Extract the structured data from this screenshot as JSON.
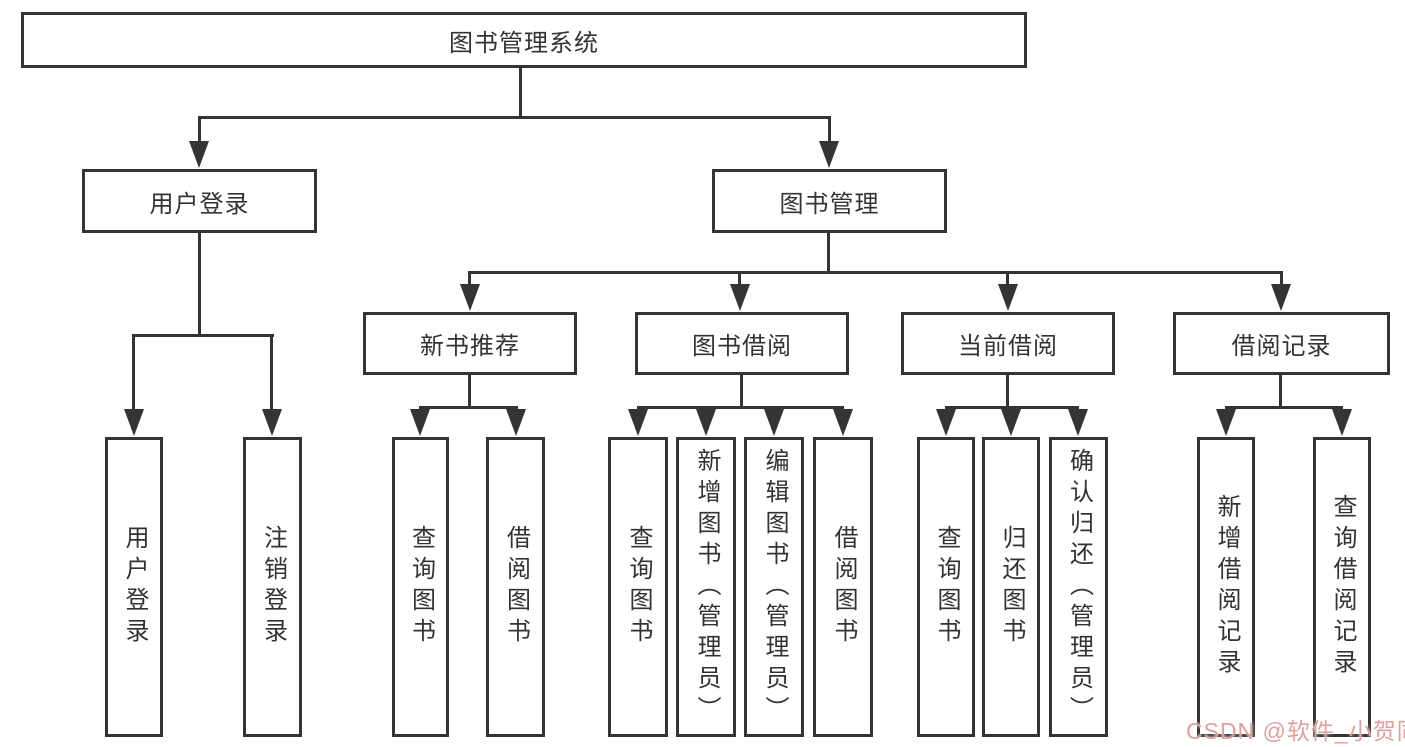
{
  "diagram": {
    "title_node": {
      "label": "图书管理系统"
    },
    "level1": [
      {
        "label": "用户登录"
      },
      {
        "label": "图书管理"
      }
    ],
    "level2": [
      {
        "label": "新书推荐"
      },
      {
        "label": "图书借阅"
      },
      {
        "label": "当前借阅"
      },
      {
        "label": "借阅记录"
      }
    ],
    "leaves_user": [
      {
        "label": "用户登录"
      },
      {
        "label": "注销登录"
      }
    ],
    "leaves_recommend": [
      {
        "label": "查询图书"
      },
      {
        "label": "借阅图书"
      }
    ],
    "leaves_borrow": [
      {
        "label": "查询图书"
      },
      {
        "label": "新增图书（管理员）"
      },
      {
        "label": "编辑图书（管理员）"
      },
      {
        "label": "借阅图书"
      }
    ],
    "leaves_current": [
      {
        "label": "查询图书"
      },
      {
        "label": "归还图书"
      },
      {
        "label": "确认归还（管理员）"
      }
    ],
    "leaves_records": [
      {
        "label": "新增借阅记录"
      },
      {
        "label": "查询借阅记录"
      }
    ]
  },
  "watermark": {
    "text": "CSDN @软件_小贺同学",
    "color": "#e29e9e"
  },
  "colors": {
    "line": "#343434",
    "background": "#ffffff",
    "text": "#333333"
  }
}
